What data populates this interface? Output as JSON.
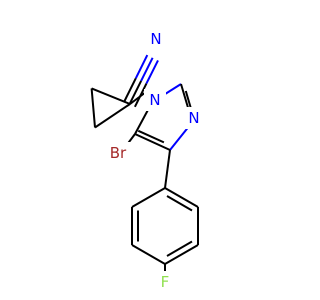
{
  "colors": {
    "carbon": "#000000",
    "nitrogen": "#0000ff",
    "bromine": "#a52a2a",
    "fluorine": "#90e050",
    "background": "#ffffff"
  },
  "atoms": {
    "nitrile_n": {
      "symbol": "N",
      "element": "nitrogen"
    },
    "ring_n1": {
      "symbol": "N",
      "element": "nitrogen"
    },
    "ring_n3": {
      "symbol": "N",
      "element": "nitrogen"
    },
    "bromine": {
      "symbol": "Br",
      "element": "bromine"
    },
    "fluorine": {
      "symbol": "F",
      "element": "fluorine"
    }
  }
}
